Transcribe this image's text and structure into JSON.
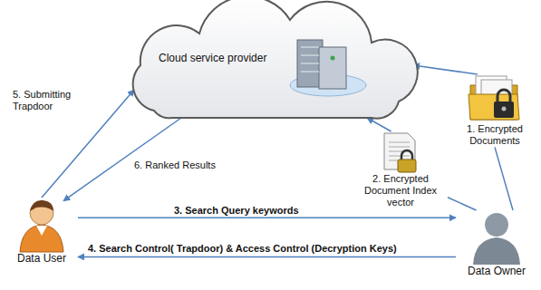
{
  "diagram": {
    "nodes": [
      {
        "text": [
          "Cloud service provider"
        ]
      },
      {
        "text": [
          "1. Encrypted Documents"
        ]
      },
      {
        "text": [
          "2. Encrypted Document Index vector"
        ]
      },
      {
        "text": [
          "Data User"
        ]
      },
      {
        "text": [
          "Data Owner"
        ]
      }
    ],
    "edges": [
      {
        "from": 3,
        "to": 0,
        "label": "5. Submitting Trapdoor",
        "arrow": "to"
      },
      {
        "from": 0,
        "to": 3,
        "label": "6. Ranked Results",
        "arrow": "to"
      },
      {
        "from": 3,
        "to": 4,
        "label": "3. Search Query keywords",
        "arrow": "to"
      },
      {
        "from": 4,
        "to": 3,
        "label": "4. Search Control( Trapdoor) & Access Control (Decryption Keys)",
        "arrow": "to"
      },
      {
        "from": 4,
        "to": 1,
        "arrow": "none"
      },
      {
        "from": 4,
        "to": 2,
        "arrow": "none"
      },
      {
        "from": 1,
        "to": 0,
        "arrow": "to"
      },
      {
        "from": 2,
        "to": 0,
        "arrow": "to"
      }
    ]
  }
}
